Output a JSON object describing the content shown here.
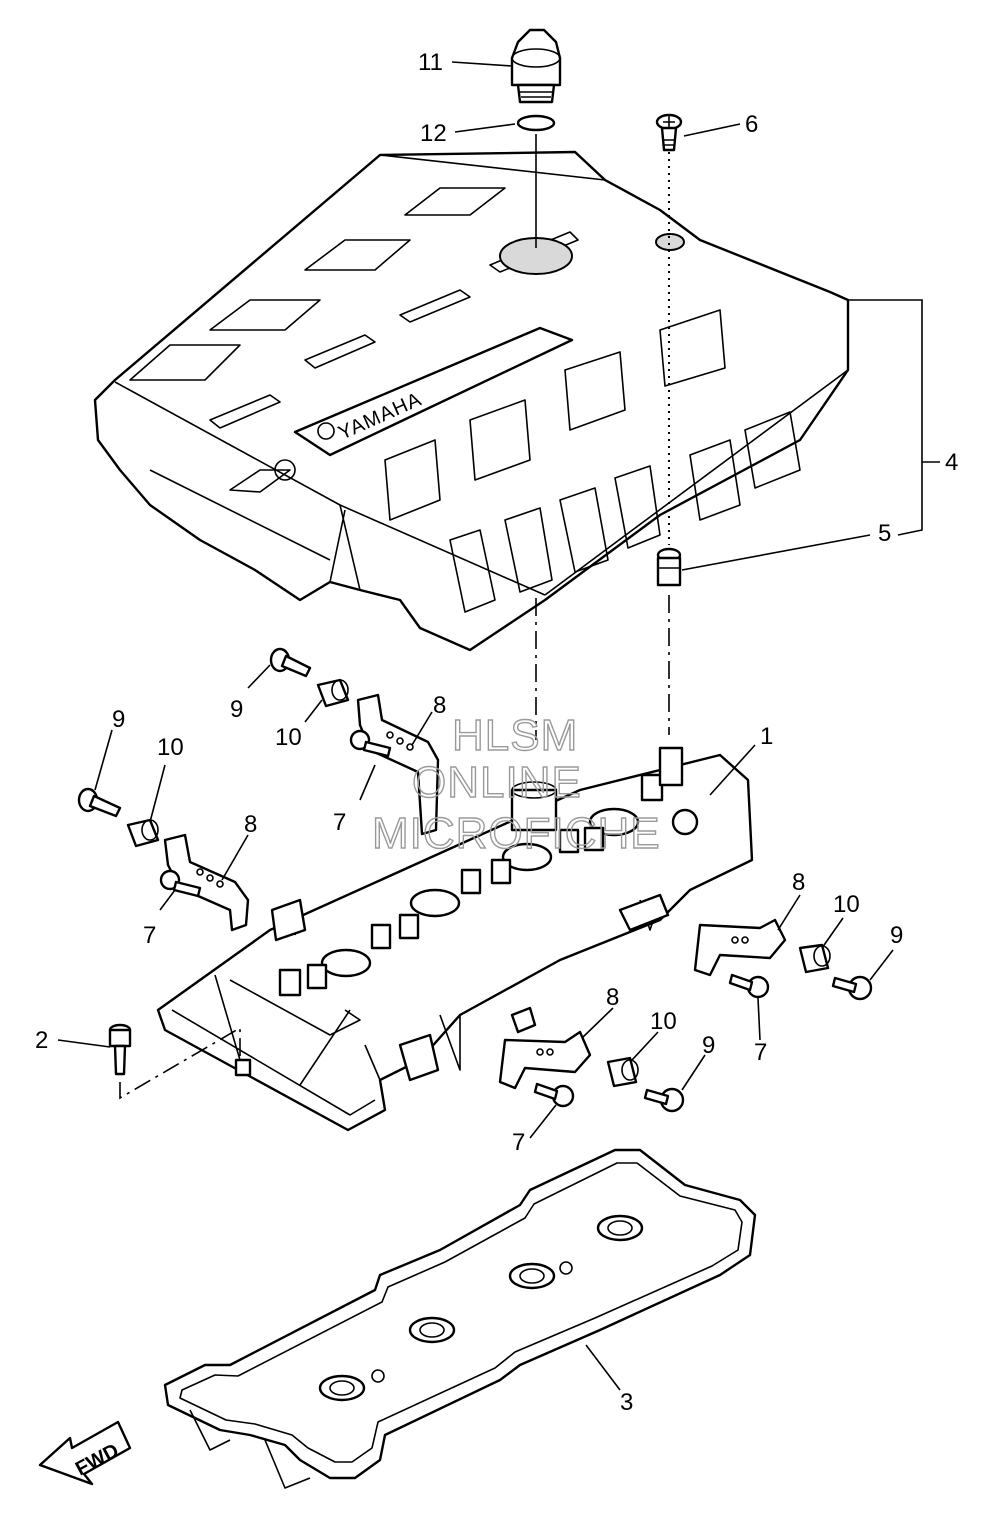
{
  "callouts": [
    {
      "id": "1",
      "label": "1"
    },
    {
      "id": "2",
      "label": "2"
    },
    {
      "id": "3",
      "label": "3"
    },
    {
      "id": "4",
      "label": "4"
    },
    {
      "id": "5",
      "label": "5"
    },
    {
      "id": "6",
      "label": "6"
    },
    {
      "id": "7",
      "label": "7"
    },
    {
      "id": "8",
      "label": "8"
    },
    {
      "id": "9",
      "label": "9"
    },
    {
      "id": "10",
      "label": "10"
    },
    {
      "id": "11",
      "label": "11"
    },
    {
      "id": "12",
      "label": "12"
    }
  ],
  "cover_brand": "YAMAHA",
  "watermark": {
    "line1": "HLSM",
    "line2": "ONLINE",
    "line3": "MICROFICHE"
  },
  "direction_label": "FWD"
}
